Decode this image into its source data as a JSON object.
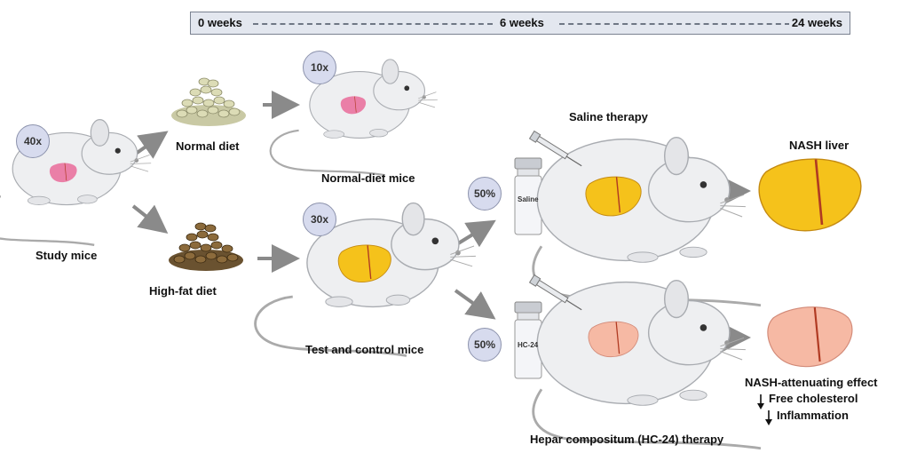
{
  "timeline": {
    "start": "0 weeks",
    "mid": "6 weeks",
    "end": "24 weeks"
  },
  "badges": {
    "study": "40x",
    "normal": "10x",
    "highfat": "30x",
    "saline_pct": "50%",
    "hc_pct": "50%"
  },
  "labels": {
    "study_mice": "Study mice",
    "normal_diet": "Normal diet",
    "highfat_diet": "High-fat diet",
    "normal_mice": "Normal-diet mice",
    "test_control": "Test and control mice",
    "saline_therapy": "Saline therapy",
    "hc_therapy": "Hepar compositum (HC-24) therapy",
    "nash_liver": "NASH liver",
    "attenuating": "NASH-attenuating effect",
    "free_cholesterol": "Free cholesterol",
    "inflammation": "Inflammation"
  },
  "vials": {
    "saline": "Saline",
    "hc": "HC-24"
  },
  "colors": {
    "liver_pink": "#ea7fa7",
    "liver_yellow": "#f5c21b",
    "liver_light": "#f6b9a4",
    "badge_fill": "#d7dbee",
    "arrow_gray": "#8a8a8a",
    "timeline_fill": "#e3e7ef"
  }
}
